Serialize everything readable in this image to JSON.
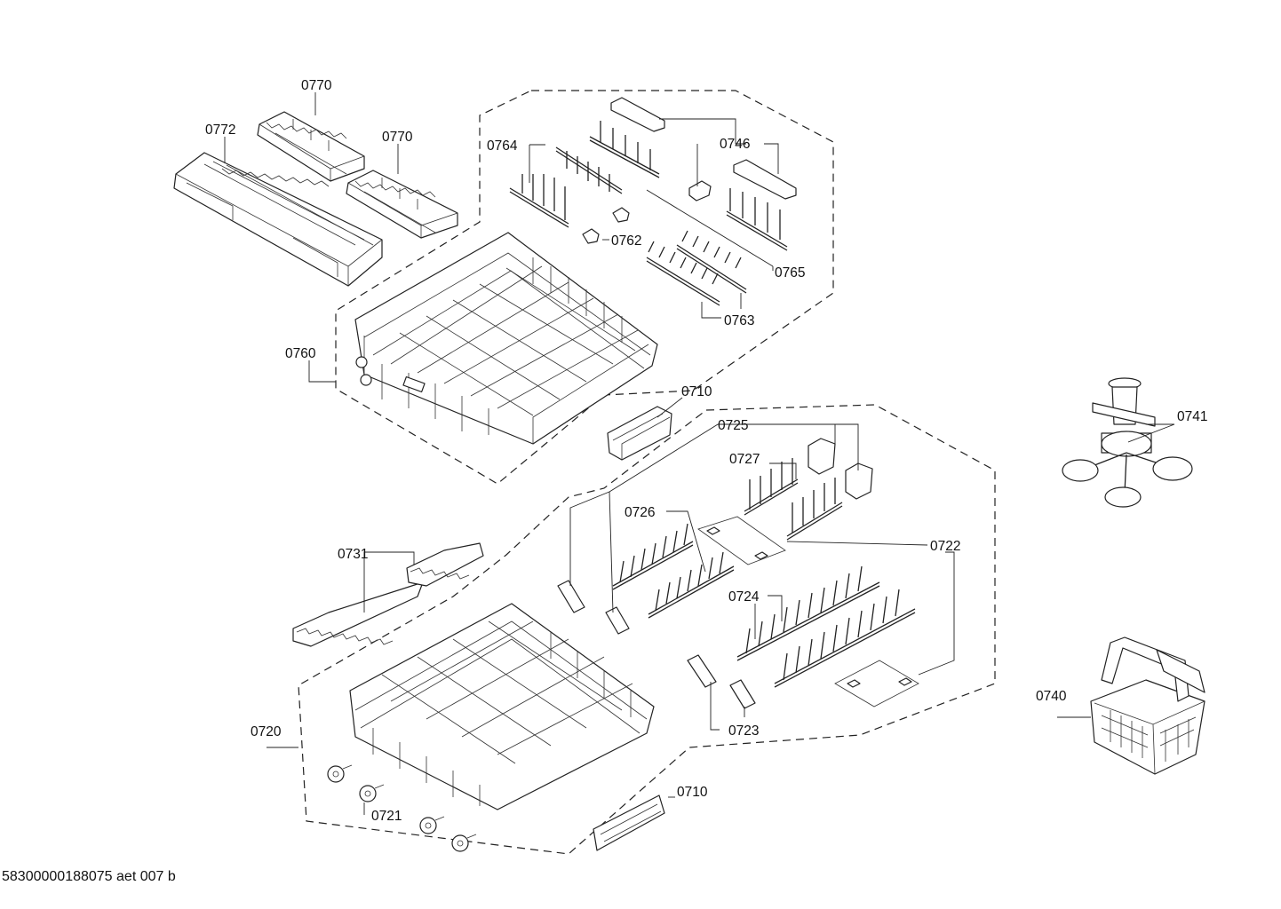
{
  "diagram": {
    "footer": "58300000188075 aet 007 b",
    "labels": {
      "p0770a": "0770",
      "p0772": "0772",
      "p0770b": "0770",
      "p0764": "0764",
      "p0746": "0746",
      "p0762": "0762",
      "p0765": "0765",
      "p0763": "0763",
      "p0760": "0760",
      "p0710a": "0710",
      "p0725": "0725",
      "p0727": "0727",
      "p0741": "0741",
      "p0726": "0726",
      "p0722": "0722",
      "p0731": "0731",
      "p0724": "0724",
      "p0740": "0740",
      "p0720": "0720",
      "p0723": "0723",
      "p0721": "0721",
      "p0710b": "0710"
    }
  }
}
